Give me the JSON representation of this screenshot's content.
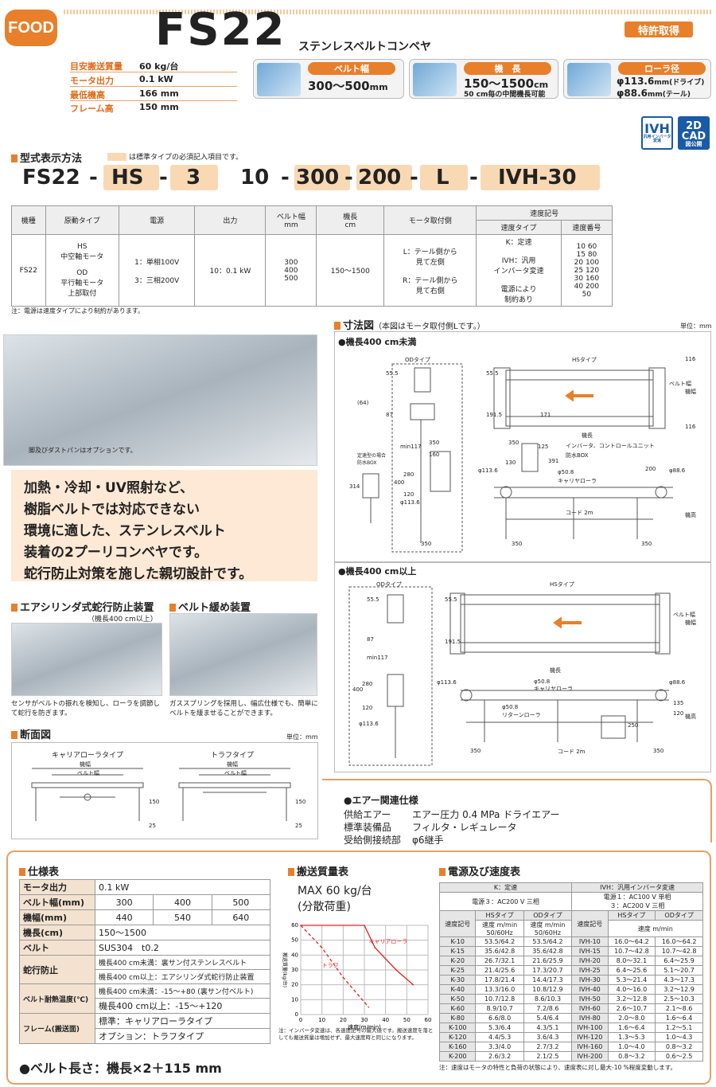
{
  "header": {
    "badge": "FOOD",
    "model": "FS22",
    "subtitle": "ステンレスベルトコンベヤ",
    "patent": "特許取得"
  },
  "specs": [
    {
      "label": "目安搬送質量",
      "value": "60 kg/台"
    },
    {
      "label": "モータ出力",
      "value": "0.1 kW"
    },
    {
      "label": "最低機高",
      "value": "166 mm"
    },
    {
      "label": "フレーム高",
      "value": "150 mm"
    }
  ],
  "features": [
    {
      "label": "ベルト幅",
      "value": "300～500",
      "unit": "mm",
      "note": ""
    },
    {
      "label": "機　長",
      "value": "150～1500",
      "unit": "cm",
      "note": "50 cm毎の中間機長可能"
    },
    {
      "label": "ローラ径",
      "value": "φ113.6",
      "unit": "mm(ドライブ)",
      "value2": "φ88.6",
      "unit2": "mm(テール)"
    }
  ],
  "badges": {
    "ivh": "IVH",
    "ivh_sub": "汎用インバータ変速",
    "cad": "2D CAD",
    "cad_sub": "図公開"
  },
  "model_code": {
    "title": "型式表示方法",
    "note": "は標準タイプの必須記入項目です。",
    "parts": [
      "FS22",
      "-",
      "HS",
      "-",
      "3",
      "10",
      "-",
      "300",
      "-",
      "200",
      "-",
      "L",
      "-",
      "IVH-30"
    ]
  },
  "model_table": {
    "headers": [
      "機種",
      "原動タイプ",
      "電源",
      "出力",
      "ベルト幅\nmm",
      "機長\ncm",
      "モータ取付側",
      "速度記号"
    ],
    "speed_sub": [
      "速度タイプ",
      "速度番号"
    ],
    "row": {
      "model": "FS22",
      "drive": "HS\n中空軸モータ\n\nOD\n平行軸モータ\n上部取付",
      "power": "1：単相100V\n\n3：三相200V",
      "output": "10：0.1 kW",
      "width": "300\n400\n500",
      "length": "150～1500",
      "side": "L：テール側から\n見て左側\n\nR：テール側から\n見て右側",
      "stype": "K：定速\n\nIVH：汎用\nインバータ変速\n\n電源により\n制約あり",
      "snum": "10  60\n15  80\n20  100\n25  120\n30  160\n40  200\n50"
    },
    "note": "注：電源は速度タイプにより制約があります。"
  },
  "photo_caption": "脚及びダストパンはオプションです。",
  "slogan": [
    "加熱・冷却・UV照射など、",
    "樹脂ベルトでは対応できない",
    "環境に適した、ステンレスベルト",
    "装着の2プーリコンベヤです。",
    "蛇行防止対策を施した親切設計です。"
  ],
  "air_cyl": {
    "title": "エアシリンダ式蛇行防止装置",
    "tag": "（機長400 cm以上）",
    "caption": "センサがベルトの振れを検知し、ローラを調節して蛇行を防ぎます。"
  },
  "belt_loose": {
    "title": "ベルト緩め装置",
    "caption": "ガススプリングを採用し、幅広仕様でも、簡単にベルトを緩ませることができます。"
  },
  "section": {
    "title": "断面図",
    "unit": "単位：mm",
    "a": "キャリアローラタイプ",
    "b": "トラフタイプ",
    "w": "機幅",
    "bw": "ベルト幅",
    "d1": "150",
    "d2": "25"
  },
  "dims": {
    "title": "寸法図",
    "title_note": "（本図はモータ取付側Lです。）",
    "unit": "単位：mm",
    "under400": "●機長400 cm未満",
    "over400": "●機長400 cm以上",
    "od": "ODタイプ",
    "hs": "HSタイプ",
    "labels": [
      "55.5",
      "87",
      "191.5",
      "(64)",
      "min117",
      "350",
      "160",
      "400",
      "280",
      "120",
      "314",
      "φ113.6",
      "125",
      "130",
      "391",
      "171",
      "φ50.8",
      "キャリヤローラ",
      "コード 2m",
      "200",
      "φ88.6",
      "機長",
      "ベルト幅",
      "機幅",
      "機高",
      "116",
      "インバータ、コントロールユニット",
      "防水BOX",
      "定速型の場合防水BOX",
      "リターンローラ",
      "250",
      "135"
    ]
  },
  "air": {
    "title": "●エアー関連仕様",
    "rows": [
      [
        "供給エアー",
        "エアー圧力  0.4 MPa  ドライエアー"
      ],
      [
        "標準装備品",
        "フィルタ・レギュレータ"
      ],
      [
        "受給側接続部",
        "φ6継手"
      ]
    ]
  },
  "spec_table": {
    "title": "仕様表",
    "rows": [
      [
        "モータ出力",
        "0.1 kW"
      ],
      [
        "ベルト幅(mm)",
        "300",
        "400",
        "500"
      ],
      [
        "機幅(mm)",
        "440",
        "540",
        "640"
      ],
      [
        "機長(cm)",
        "150～1500"
      ],
      [
        "ベルト",
        "SUS304　t0.2"
      ],
      [
        "蛇行防止",
        "機長400 cm未満：裏サン付ステンレスベルト",
        "機長400 cm以上：エアシリンダ式蛇行防止装置"
      ],
      [
        "ベルト耐熱温度(℃)",
        "機長400 cm未満：-15～+80 (裏サン付ベルト)",
        "機長400 cm以上：-15～+120"
      ],
      [
        "フレーム(搬送面)",
        "標準：キャリアローラタイプ",
        "オプション：トラフタイプ"
      ]
    ],
    "belt_length": "●ベルト長さ：機長×2＋115 mm"
  },
  "mass": {
    "title": "搬送質量表",
    "max": "MAX 60 kg/台",
    "dist": "(分散荷重)",
    "note": "注：インバータ変速は、各速度記号の最大値です。搬送速度を落としても搬送質量は増加せず、最大速度時と同じになります。"
  },
  "chart_data": {
    "type": "line",
    "xlabel": "速度(m/min)",
    "ylabel": "搬送質量(kg/台)",
    "xlim": [
      0,
      60
    ],
    "ylim": [
      0,
      60
    ],
    "xticks": [
      0,
      10,
      20,
      30,
      40,
      50,
      60
    ],
    "yticks": [
      0,
      10,
      20,
      30,
      40,
      50,
      60
    ],
    "series": [
      {
        "name": "キャリアローラ",
        "x": [
          0,
          30,
          35,
          45,
          53
        ],
        "y": [
          60,
          60,
          45,
          30,
          20
        ]
      },
      {
        "name": "トラフ",
        "x": [
          0,
          10,
          20,
          32
        ],
        "y": [
          60,
          45,
          25,
          5
        ]
      }
    ]
  },
  "speed_table": {
    "title": "電源及び速度表",
    "k": "K：定速",
    "ivh": "IVH：汎用インバータ変速",
    "k_power": "電源３：AC200 V 三相",
    "ivh_power": "電源１：AC100 V 単相\n３：AC200 V 三相",
    "heads": [
      "速度記号",
      "HSタイプ",
      "ODタイプ",
      "速度記号",
      "HSタイプ",
      "ODタイプ"
    ],
    "sub": [
      "",
      "速度 m/min\n50/60Hz",
      "速度 m/min\n50/60Hz",
      "",
      "速度 m/min",
      ""
    ],
    "rows": [
      [
        "K-10",
        "53.5/64.2",
        "53.5/64.2",
        "IVH-10",
        "16.0～64.2",
        "16.0～64.2"
      ],
      [
        "K-15",
        "35.6/42.8",
        "35.6/42.8",
        "IVH-15",
        "10.7～42.8",
        "10.7～42.8"
      ],
      [
        "K-20",
        "26.7/32.1",
        "21.6/25.9",
        "IVH-20",
        "8.0～32.1",
        "6.4～25.9"
      ],
      [
        "K-25",
        "21.4/25.6",
        "17.3/20.7",
        "IVH-25",
        "6.4～25.6",
        "5.1～20.7"
      ],
      [
        "K-30",
        "17.8/21.4",
        "14.4/17.3",
        "IVH-30",
        "5.3～21.4",
        "4.3～17.3"
      ],
      [
        "K-40",
        "13.3/16.0",
        "10.8/12.9",
        "IVH-40",
        "4.0～16.0",
        "3.2～12.9"
      ],
      [
        "K-50",
        "10.7/12.8",
        "8.6/10.3",
        "IVH-50",
        "3.2～12.8",
        "2.5～10.3"
      ],
      [
        "K-60",
        "8.9/10.7",
        "7.2/8.6",
        "IVH-60",
        "2.6～10.7",
        "2.1～8.6"
      ],
      [
        "K-80",
        "6.6/8.0",
        "5.4/6.4",
        "IVH-80",
        "2.0～8.0",
        "1.6～6.4"
      ],
      [
        "K-100",
        "5.3/6.4",
        "4.3/5.1",
        "IVH-100",
        "1.6～6.4",
        "1.2～5.1"
      ],
      [
        "K-120",
        "4.4/5.3",
        "3.6/4.3",
        "IVH-120",
        "1.3～5.3",
        "1.0～4.3"
      ],
      [
        "K-160",
        "3.3/4.0",
        "2.7/3.2",
        "IVH-160",
        "1.0～4.0",
        "0.8～3.2"
      ],
      [
        "K-200",
        "2.6/3.2",
        "2.1/2.5",
        "IVH-200",
        "0.8～3.2",
        "0.6～2.5"
      ]
    ],
    "note": "注：速度はモータの特性と負荷の状態により、速度表に対し最大-10 %程度変動します。"
  }
}
